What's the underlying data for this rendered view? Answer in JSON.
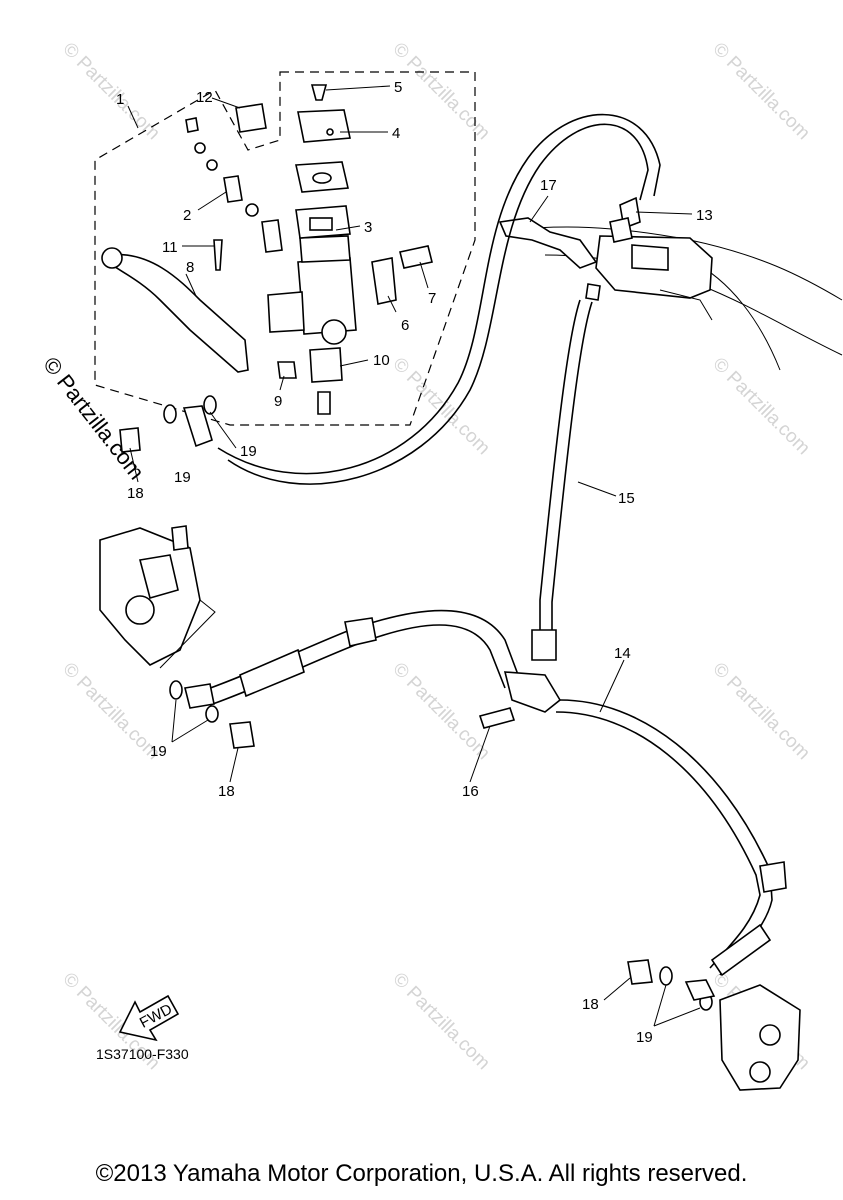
{
  "diagram": {
    "callouts": [
      "1",
      "2",
      "3",
      "4",
      "5",
      "6",
      "7",
      "8",
      "9",
      "10",
      "11",
      "12",
      "13",
      "14",
      "15",
      "16",
      "17",
      "18",
      "18",
      "18",
      "19",
      "19",
      "19",
      "19"
    ],
    "watermark_text": "© Partzilla.com",
    "side_watermark": "© Partzilla.com",
    "fwd_label": "FWD",
    "diagram_code": "1S37100-F330",
    "copyright": "©2013 Yamaha Motor Corporation, U.S.A. All rights reserved."
  },
  "colors": {
    "line": "#000000",
    "watermark": "#d4d4d4",
    "background": "#ffffff"
  }
}
